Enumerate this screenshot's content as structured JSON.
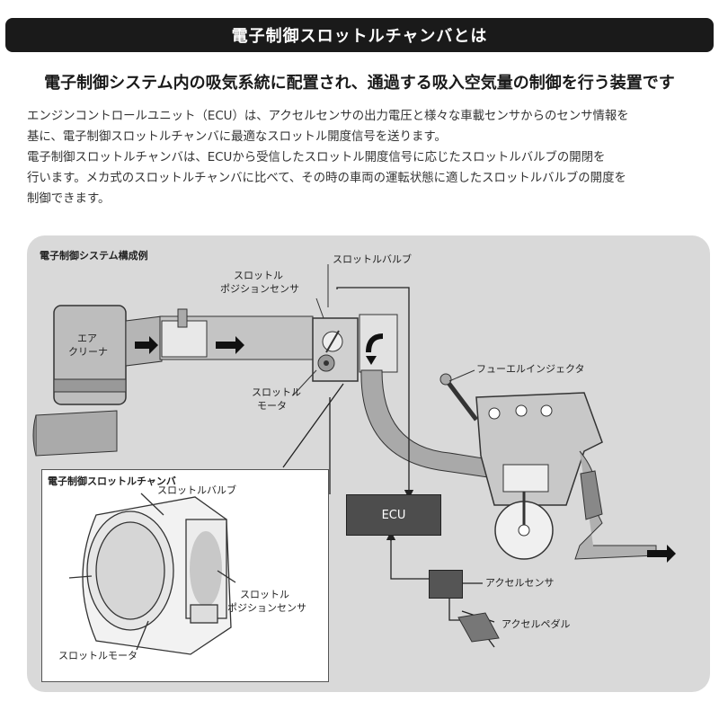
{
  "header": {
    "title": "電子制御スロットルチャンバとは"
  },
  "headline": "電子制御システム内の吸気系統に配置され、通過する吸入空気量の制御を行う装置です",
  "body": {
    "paragraph1_line1": "エンジンコントロールユニット（ECU）は、アクセルセンサの出力電圧と様々な車載センサからのセンサ情報を",
    "paragraph1_line2": "基に、電子制御スロットルチャンバに最適なスロットル開度信号を送ります。",
    "paragraph2_line1": "電子制御スロットルチャンバは、ECUから受信したスロットル開度信号に応じたスロットルバルブの開閉を",
    "paragraph2_line2": "行います。メカ式のスロットルチャンバに比べて、その時の車両の運転状態に適したスロットルバルブの開度を",
    "paragraph2_line3": "制御できます。"
  },
  "diagram": {
    "system_title": "電子制御システム構成例",
    "labels": {
      "throttle_valve": "スロットルバルブ",
      "tps_line1": "スロットル",
      "tps_line2": "ポジションセンサ",
      "air_cleaner_line1": "エア",
      "air_cleaner_line2": "クリーナ",
      "motor_line1": "スロットル",
      "motor_line2": "モータ",
      "fuel_injector": "フューエルインジェクタ",
      "ecu": "ECU",
      "accel_sensor": "アクセルセンサ",
      "accel_pedal": "アクセルペダル"
    },
    "inset": {
      "title": "電子制御スロットルチャンバ",
      "throttle_valve": "スロットルバルブ",
      "tps_line1": "スロットル",
      "tps_line2": "ポジションセンサ",
      "throttle_motor": "スロットルモータ"
    }
  },
  "colors": {
    "title_bar": "#1a1a1a",
    "diagram_bg": "#d9d9d9",
    "pipe": "#a9a9a9",
    "ecu": "#4d4d4d"
  }
}
